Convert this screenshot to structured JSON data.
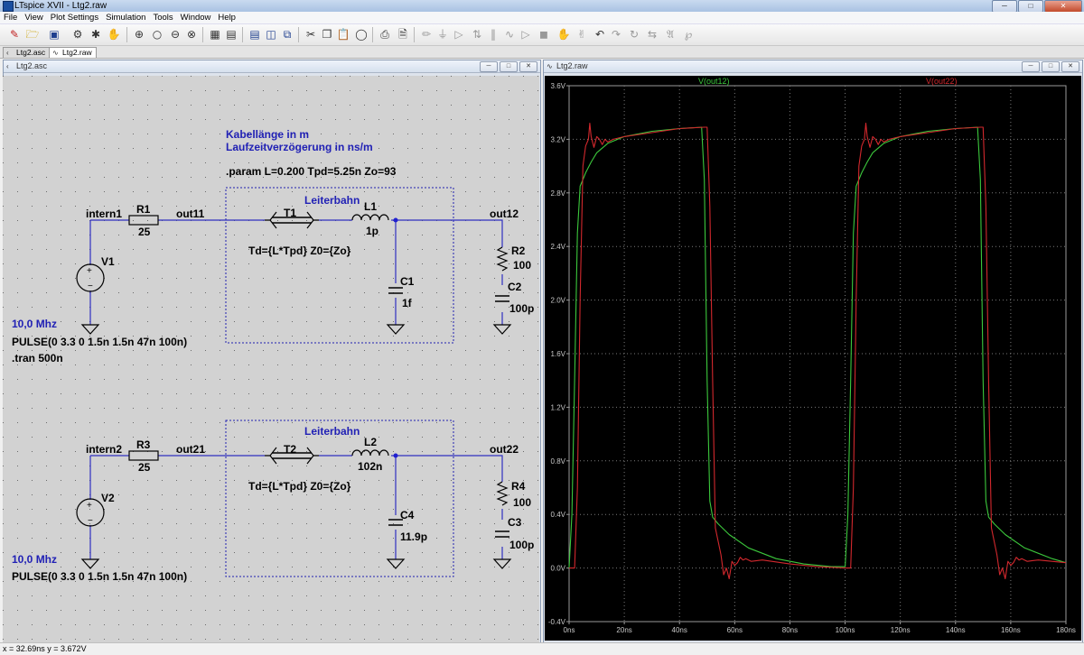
{
  "app": {
    "title": "LTspice XVII - Ltg2.raw"
  },
  "menu": [
    "File",
    "View",
    "Plot Settings",
    "Simulation",
    "Tools",
    "Window",
    "Help"
  ],
  "tabs": [
    {
      "label": "Ltg2.asc",
      "active": false
    },
    {
      "label": "Ltg2.raw",
      "active": true
    }
  ],
  "schematic_window": {
    "title": "Ltg2.asc",
    "comments": {
      "line1": "Kabellänge in m",
      "line2": "Laufzeitverzögerung in ns/m"
    },
    "param": ".param L=0.200 Tpd=5.25n Zo=93",
    "tran": ".tran 500n",
    "circuit1": {
      "box_label": "Leiterbahn",
      "node_in": "intern1",
      "node_mid": "out11",
      "node_out": "out12",
      "R1": "R1",
      "R1_val": "25",
      "T1": "T1",
      "T1_val": "Td={L*Tpd} Z0={Zo}",
      "L1": "L1",
      "L1_val": "1p",
      "C1": "C1",
      "C1_val": "1f",
      "R2": "R2",
      "R2_val": "100",
      "C2": "C2",
      "C2_val": "100p",
      "V1": "V1",
      "freq": "10,0 Mhz",
      "pulse": "PULSE(0 3.3 0 1.5n 1.5n 47n 100n)"
    },
    "circuit2": {
      "box_label": "Leiterbahn",
      "node_in": "intern2",
      "node_mid": "out21",
      "node_out": "out22",
      "R3": "R3",
      "R3_val": "25",
      "T2": "T2",
      "T2_val": "Td={L*Tpd} Z0={Zo}",
      "L2": "L2",
      "L2_val": "102n",
      "C4": "C4",
      "C4_val": "11.9p",
      "R4": "R4",
      "R4_val": "100",
      "C3": "C3",
      "C3_val": "100p",
      "V2": "V2",
      "freq": "10,0 Mhz",
      "pulse": "PULSE(0 3.3 0 1.5n 1.5n 47n 100n)"
    }
  },
  "plot_window": {
    "title": "Ltg2.raw"
  },
  "chart_data": {
    "type": "line",
    "background": "#000000",
    "xlim": [
      0,
      180
    ],
    "ylim": [
      -0.4,
      3.6
    ],
    "xticks": [
      "0ns",
      "20ns",
      "40ns",
      "60ns",
      "80ns",
      "100ns",
      "120ns",
      "140ns",
      "160ns",
      "180ns"
    ],
    "yticks": [
      "-0.4V",
      "0.0V",
      "0.4V",
      "0.8V",
      "1.2V",
      "1.6V",
      "2.0V",
      "2.4V",
      "2.8V",
      "3.2V",
      "3.6V"
    ],
    "grid": true,
    "series": [
      {
        "name": "V(out12)",
        "color": "#3cc83c",
        "x": [
          0,
          1,
          2,
          3,
          4,
          5,
          6,
          8,
          10,
          14,
          20,
          30,
          40,
          48,
          49,
          50,
          51,
          52,
          54,
          58,
          65,
          75,
          85,
          95,
          100,
          101,
          102,
          103,
          104,
          105,
          106,
          108,
          110,
          114,
          120,
          130,
          140,
          148,
          149,
          150,
          151,
          152,
          154,
          158,
          165,
          175,
          180
        ],
        "y": [
          0,
          0.4,
          1.4,
          2.5,
          2.85,
          2.9,
          2.95,
          3.03,
          3.1,
          3.17,
          3.22,
          3.26,
          3.28,
          3.29,
          2.9,
          1.4,
          0.5,
          0.38,
          0.33,
          0.25,
          0.15,
          0.07,
          0.03,
          0.01,
          0.01,
          0.4,
          1.4,
          2.5,
          2.85,
          2.9,
          2.95,
          3.03,
          3.1,
          3.17,
          3.22,
          3.26,
          3.28,
          3.29,
          2.9,
          1.4,
          0.5,
          0.38,
          0.33,
          0.25,
          0.15,
          0.07,
          0.04
        ]
      },
      {
        "name": "V(out22)",
        "color": "#d2282d",
        "x": [
          0,
          2,
          3,
          4,
          5,
          6,
          7,
          7.5,
          8,
          9,
          10,
          11,
          12,
          13,
          14,
          16,
          20,
          30,
          40,
          49,
          50,
          51,
          52,
          53,
          55,
          56,
          57,
          58,
          59,
          60,
          61,
          62,
          63,
          64,
          66,
          70,
          80,
          90,
          100,
          102,
          103,
          104,
          105,
          106,
          107,
          107.5,
          108,
          109,
          110,
          111,
          112,
          113,
          114,
          116,
          120,
          130,
          140,
          149,
          150,
          151,
          152,
          153,
          155,
          156,
          157,
          158,
          159,
          160,
          161,
          162,
          163,
          164,
          166,
          170,
          180
        ],
        "y": [
          0,
          0,
          0.6,
          2.0,
          3.0,
          3.15,
          3.2,
          3.32,
          3.22,
          3.14,
          3.22,
          3.2,
          3.16,
          3.2,
          3.18,
          3.2,
          3.22,
          3.25,
          3.28,
          3.29,
          3.29,
          2.7,
          1.4,
          0.3,
          0.1,
          -0.05,
          0.0,
          -0.08,
          0.05,
          0.02,
          0.04,
          0.08,
          0.06,
          0.07,
          0.05,
          0.06,
          0.03,
          0.01,
          0.0,
          0,
          0.6,
          2.0,
          3.0,
          3.15,
          3.2,
          3.32,
          3.22,
          3.14,
          3.22,
          3.2,
          3.16,
          3.2,
          3.18,
          3.2,
          3.22,
          3.25,
          3.28,
          3.29,
          3.29,
          2.7,
          1.4,
          0.3,
          0.1,
          -0.05,
          0.0,
          -0.08,
          0.05,
          0.02,
          0.04,
          0.08,
          0.06,
          0.07,
          0.05,
          0.06,
          0.04
        ]
      }
    ]
  },
  "status": {
    "cursor": "x = 32.69ns   y = 3.672V"
  }
}
